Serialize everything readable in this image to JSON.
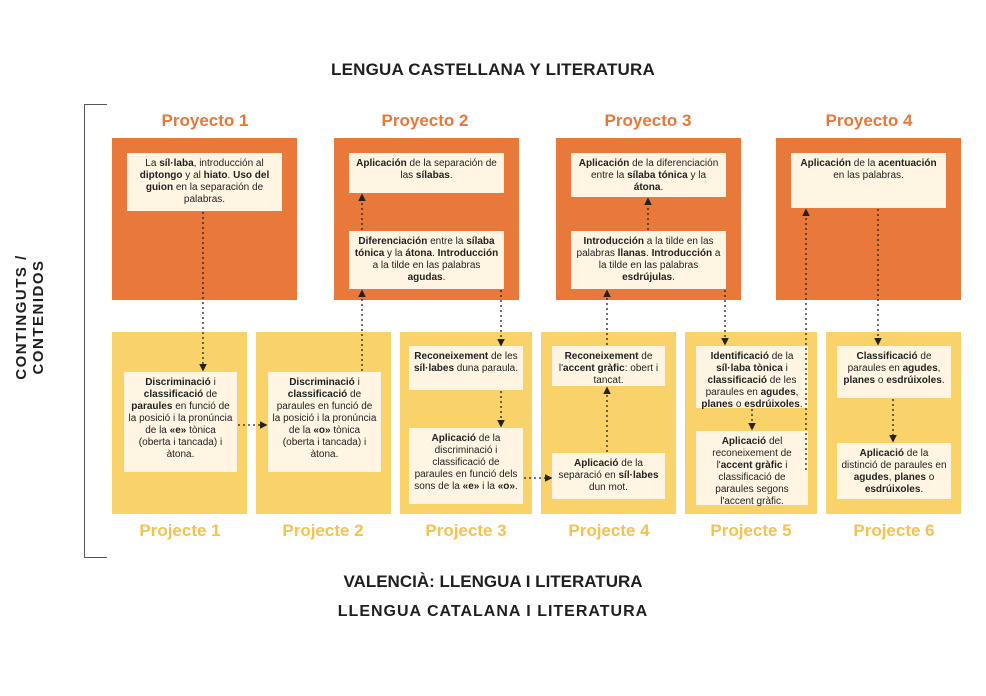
{
  "titles": {
    "top": "LENGUA CASTELLANA Y LITERATURA",
    "bottom1": "VALENCIÀ: LLENGUA I LITERATURA",
    "bottom2": "LLENGUA CATALANA I LITERATURA",
    "side": "CONTINGUTS / CONTENIDOS"
  },
  "proyectos": [
    "Proyecto 1",
    "Proyecto 2",
    "Proyecto 3",
    "Proyecto 4"
  ],
  "projectes": [
    "Projecte 1",
    "Projecte 2",
    "Projecte 3",
    "Projecte 4",
    "Projecte 5",
    "Projecte 6"
  ],
  "colors": {
    "orange_block": "#e8793a",
    "yellow_block": "#f9d26a",
    "card": "#fff5e2",
    "proyecto_text": "#e8783a",
    "projecte_text": "#f5c24e"
  },
  "cards": {
    "p1": [
      {
        "t": "La ",
        "b": false
      },
      {
        "t": "síl·laba",
        "b": true
      },
      {
        "t": ", introducción al ",
        "b": false
      },
      {
        "t": "diptongo",
        "b": true
      },
      {
        "t": " y al ",
        "b": false
      },
      {
        "t": "hiato",
        "b": true
      },
      {
        "t": ". ",
        "b": false
      },
      {
        "t": "Uso del guion",
        "b": true
      },
      {
        "t": " en la separación de palabras.",
        "b": false
      }
    ],
    "p2a": [
      {
        "t": "Aplicación",
        "b": true
      },
      {
        "t": " de la separación de las ",
        "b": false
      },
      {
        "t": "sílabas",
        "b": true
      },
      {
        "t": ".",
        "b": false
      }
    ],
    "p2b": [
      {
        "t": "Diferenciación",
        "b": true
      },
      {
        "t": " entre la ",
        "b": false
      },
      {
        "t": "sílaba tónica",
        "b": true
      },
      {
        "t": " y la ",
        "b": false
      },
      {
        "t": "átona",
        "b": true
      },
      {
        "t": ". ",
        "b": false
      },
      {
        "t": "Introducción",
        "b": true
      },
      {
        "t": " a la tilde en las palabras ",
        "b": false
      },
      {
        "t": "agudas",
        "b": true
      },
      {
        "t": ".",
        "b": false
      }
    ],
    "p3a": [
      {
        "t": "Aplicación",
        "b": true
      },
      {
        "t": " de la diferenciación entre la ",
        "b": false
      },
      {
        "t": "sílaba tónica",
        "b": true
      },
      {
        "t": " y la ",
        "b": false
      },
      {
        "t": "átona",
        "b": true
      },
      {
        "t": ".",
        "b": false
      }
    ],
    "p3b": [
      {
        "t": "Introducción",
        "b": true
      },
      {
        "t": " a la tilde en las palabras ",
        "b": false
      },
      {
        "t": "llanas",
        "b": true
      },
      {
        "t": ". ",
        "b": false
      },
      {
        "t": "Introducción",
        "b": true
      },
      {
        "t": " a la tilde en las palabras ",
        "b": false
      },
      {
        "t": "esdrújulas",
        "b": true
      },
      {
        "t": ".",
        "b": false
      }
    ],
    "p4": [
      {
        "t": "Aplicación",
        "b": true
      },
      {
        "t": " de la ",
        "b": false
      },
      {
        "t": "acentuación",
        "b": true
      },
      {
        "t": " en las palabras.",
        "b": false
      }
    ],
    "c1": [
      {
        "t": "Discriminació",
        "b": true
      },
      {
        "t": " i ",
        "b": false
      },
      {
        "t": "classificació",
        "b": true
      },
      {
        "t": " de ",
        "b": false
      },
      {
        "t": "paraules",
        "b": true
      },
      {
        "t": " en funció de la posició i la pronúncia de la ",
        "b": false
      },
      {
        "t": "«e»",
        "b": true
      },
      {
        "t": " tònica (oberta i tancada) i àtona.",
        "b": false
      }
    ],
    "c2": [
      {
        "t": "Discriminació",
        "b": true
      },
      {
        "t": " i ",
        "b": false
      },
      {
        "t": "classificació",
        "b": true
      },
      {
        "t": " de paraules en funció de la posició i la pronúncia de la ",
        "b": false
      },
      {
        "t": "«o»",
        "b": true
      },
      {
        "t": " tònica (oberta i tancada) i àtona.",
        "b": false
      }
    ],
    "c3a": [
      {
        "t": "Reconeixement",
        "b": true
      },
      {
        "t": " de les ",
        "b": false
      },
      {
        "t": "síl·labes",
        "b": true
      },
      {
        "t": " duna paraula.",
        "b": false
      }
    ],
    "c3b": [
      {
        "t": "Aplicació",
        "b": true
      },
      {
        "t": " de la discriminació i classificació de paraules en funció dels sons de la ",
        "b": false
      },
      {
        "t": "«e»",
        "b": true
      },
      {
        "t": " i la ",
        "b": false
      },
      {
        "t": "«o»",
        "b": true
      },
      {
        "t": ".",
        "b": false
      }
    ],
    "c4a": [
      {
        "t": "Reconeixement",
        "b": true
      },
      {
        "t": " de l'",
        "b": false
      },
      {
        "t": "accent gràfic",
        "b": true
      },
      {
        "t": ": obert i tancat.",
        "b": false
      }
    ],
    "c4b": [
      {
        "t": "Aplicació",
        "b": true
      },
      {
        "t": " de la separació en ",
        "b": false
      },
      {
        "t": "síl·labes",
        "b": true
      },
      {
        "t": " dun mot.",
        "b": false
      }
    ],
    "c5a": [
      {
        "t": "Identificació",
        "b": true
      },
      {
        "t": " de la ",
        "b": false
      },
      {
        "t": "síl·laba tònica",
        "b": true
      },
      {
        "t": " i ",
        "b": false
      },
      {
        "t": "classificació",
        "b": true
      },
      {
        "t": " de les paraules en ",
        "b": false
      },
      {
        "t": "agudes",
        "b": true
      },
      {
        "t": ", ",
        "b": false
      },
      {
        "t": "planes",
        "b": true
      },
      {
        "t": " o ",
        "b": false
      },
      {
        "t": "esdrúixoles",
        "b": true
      },
      {
        "t": ".",
        "b": false
      }
    ],
    "c5b": [
      {
        "t": "Aplicació",
        "b": true
      },
      {
        "t": " del reconeixement de l'",
        "b": false
      },
      {
        "t": "accent gràfic",
        "b": true
      },
      {
        "t": " i classificació de paraules segons l'accent gràfic.",
        "b": false
      }
    ],
    "c6a": [
      {
        "t": "Classificació",
        "b": true
      },
      {
        "t": " de paraules en ",
        "b": false
      },
      {
        "t": "agudes",
        "b": true
      },
      {
        "t": ", ",
        "b": false
      },
      {
        "t": "planes",
        "b": true
      },
      {
        "t": " o ",
        "b": false
      },
      {
        "t": "esdrúixoles",
        "b": true
      },
      {
        "t": ".",
        "b": false
      }
    ],
    "c6b": [
      {
        "t": "Aplicació",
        "b": true
      },
      {
        "t": " de la distinció de paraules en ",
        "b": false
      },
      {
        "t": "agudes",
        "b": true
      },
      {
        "t": ", ",
        "b": false
      },
      {
        "t": "planes",
        "b": true
      },
      {
        "t": " o ",
        "b": false
      },
      {
        "t": "esdrúixoles",
        "b": true
      },
      {
        "t": ".",
        "b": false
      }
    ]
  }
}
